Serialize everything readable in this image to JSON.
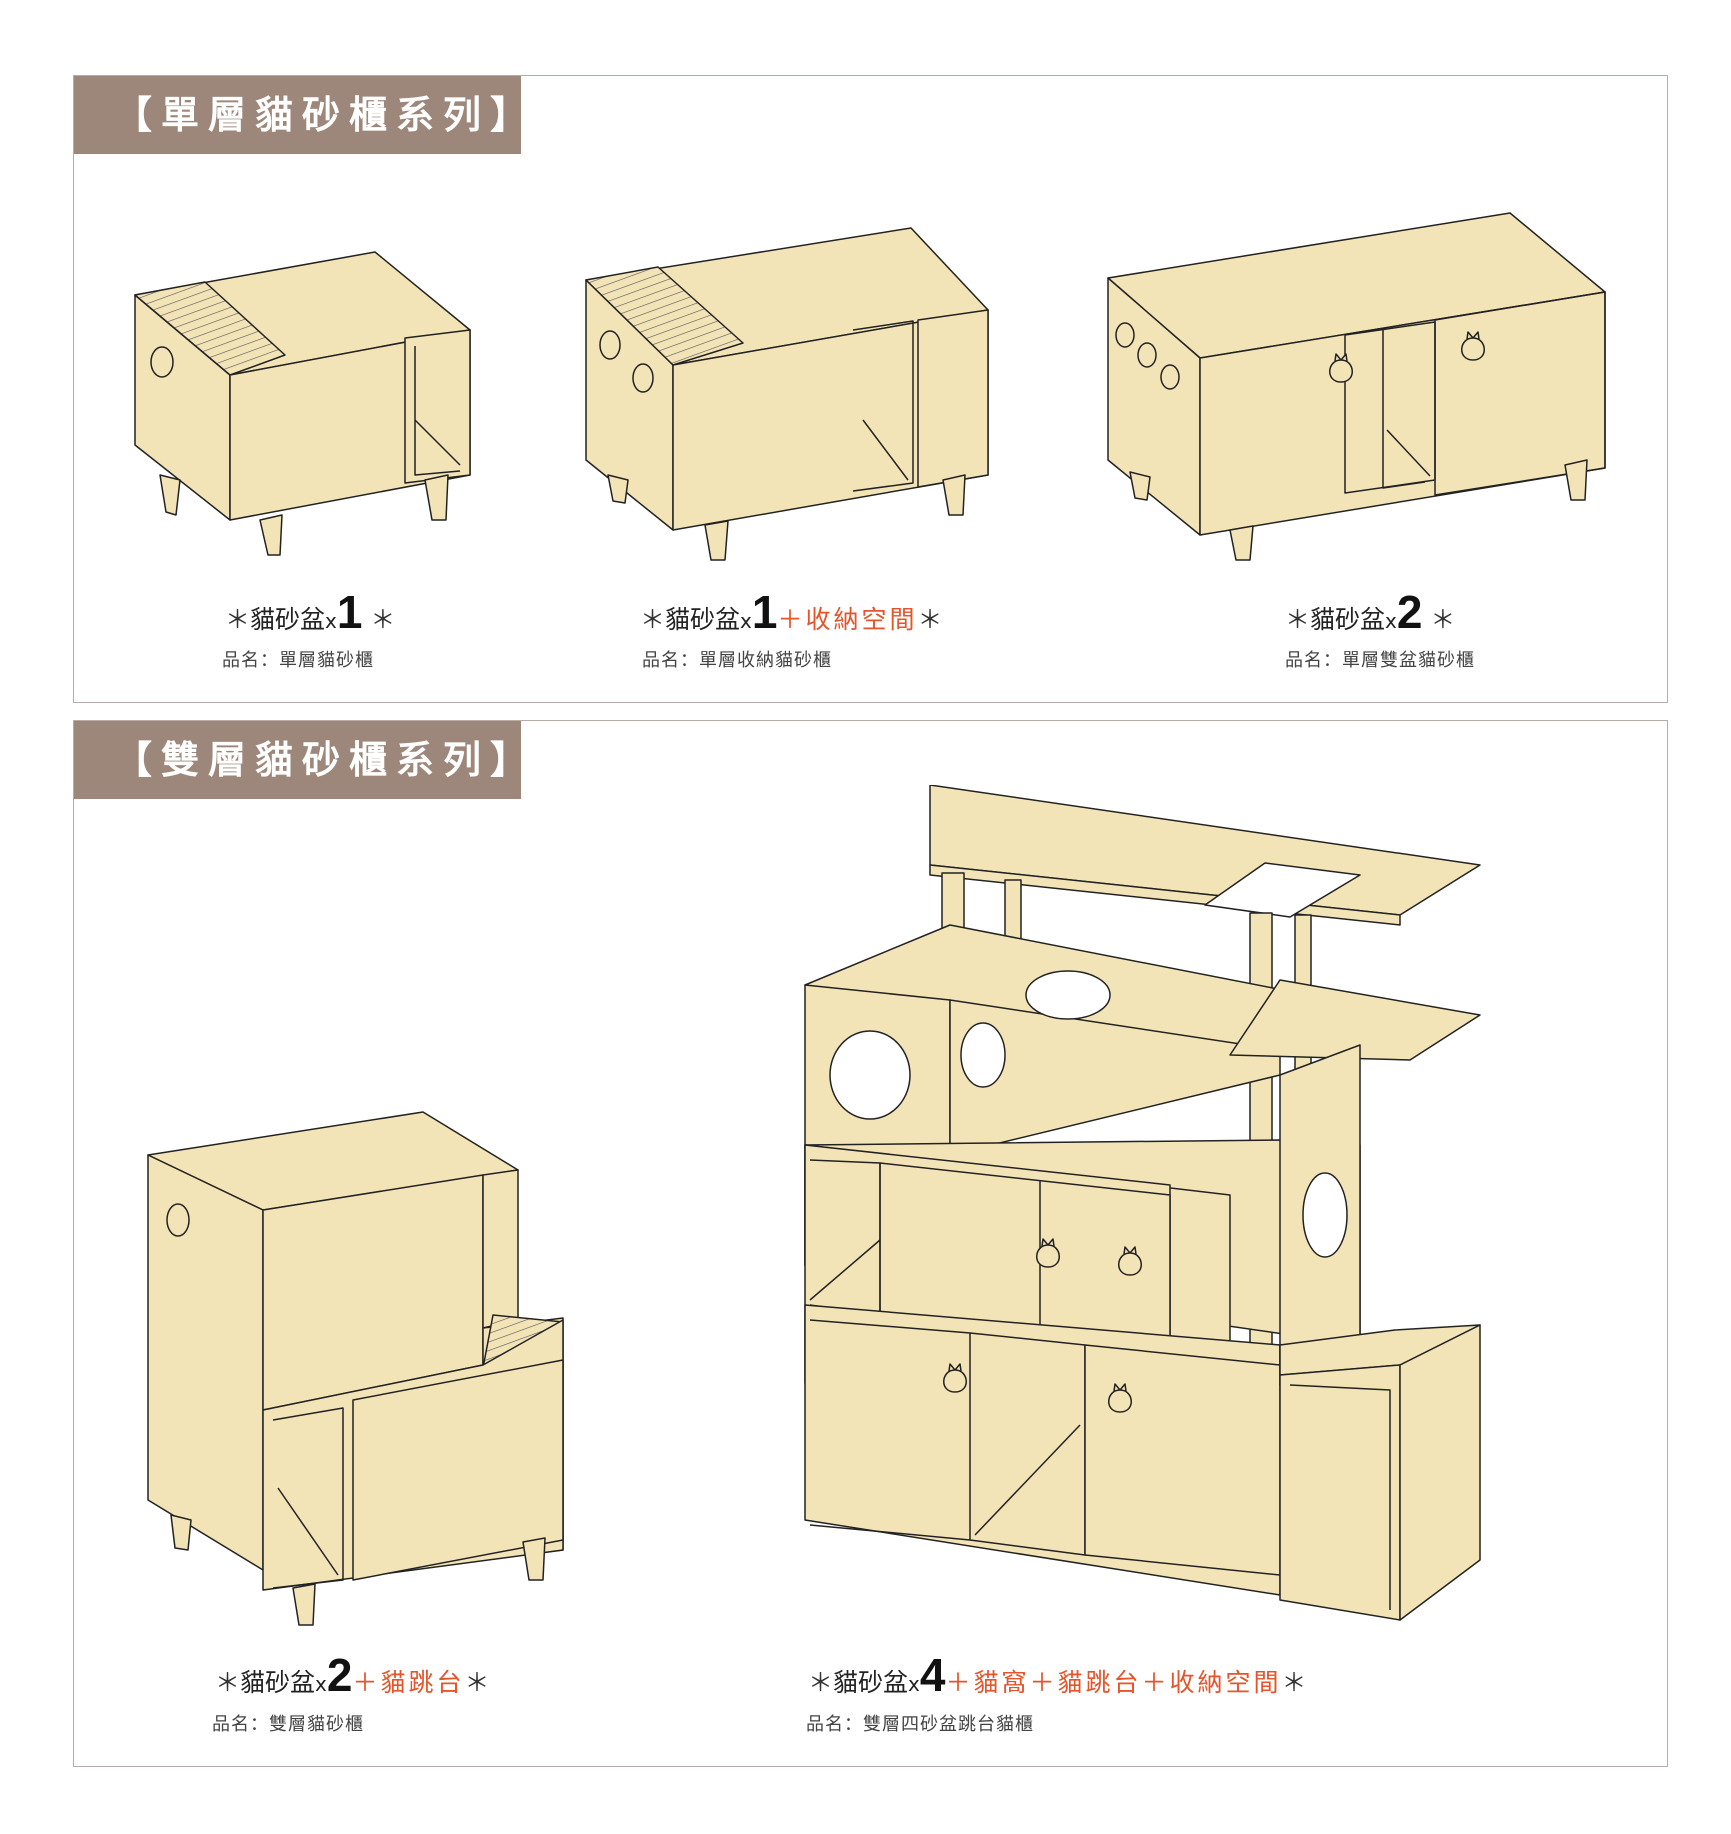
{
  "colors": {
    "wood": "#f3e4b8",
    "label_bg": "#9d877a",
    "accent": "#e5542a",
    "line": "#222222"
  },
  "single": {
    "label": "【單層貓砂櫃系列】",
    "products": [
      {
        "count": "1",
        "extra": "",
        "name": "品名：單層貓砂櫃"
      },
      {
        "count": "1",
        "extra": "＋收納空間",
        "name": "品名：單層收納貓砂櫃"
      },
      {
        "count": "2",
        "extra": "",
        "name": "品名：單層雙盆貓砂櫃"
      }
    ]
  },
  "double": {
    "label": "【雙層貓砂櫃系列】",
    "products": [
      {
        "count": "2",
        "extra": "＋貓跳台",
        "name": "品名：雙層貓砂櫃"
      },
      {
        "count": "4",
        "extra": "＋貓窩＋貓跳台＋收納空間",
        "name": "品名：雙層四砂盆跳台貓櫃"
      }
    ]
  },
  "caption": {
    "star": "＊",
    "item": "貓砂盆",
    "times": "x"
  }
}
